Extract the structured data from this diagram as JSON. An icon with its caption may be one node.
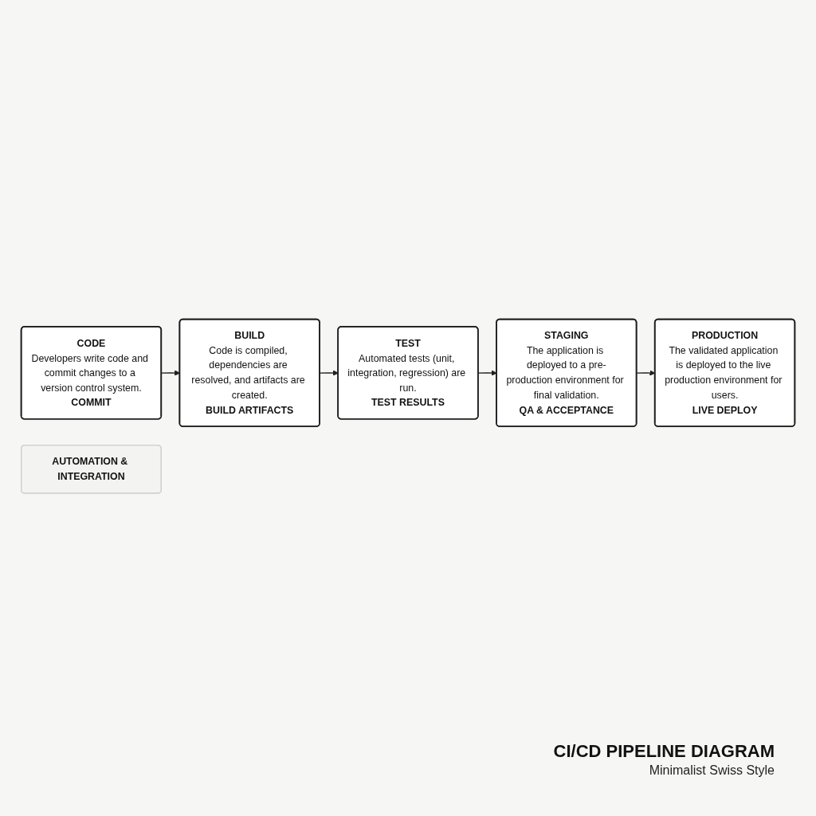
{
  "diagram": {
    "title": "CI/CD PIPELINE DIAGRAM",
    "caption": "Minimalist Swiss Style",
    "nodes": [
      {
        "text": [
          "CODE",
          "Developers write code and commit changes to a version control system.",
          "COMMIT"
        ]
      },
      {
        "text": [
          "BUILD",
          "Code is compiled, dependencies are resolved, and artifacts are created.",
          "BUILD ARTIFACTS"
        ]
      },
      {
        "text": [
          "TEST",
          "Automated tests (unit, integration, regression) are run.",
          "TEST RESULTS"
        ]
      },
      {
        "text": [
          "STAGING",
          "The application is deployed to a pre-production environment for final validation.",
          "QA & ACCEPTANCE"
        ]
      },
      {
        "text": [
          "PRODUCTION",
          "The validated application is deployed to the live production environment for users.",
          "LIVE DEPLOY"
        ]
      },
      {
        "text": [
          "AUTOMATION & INTEGRATION"
        ]
      }
    ],
    "edges": [
      {
        "from": 0,
        "to": 1,
        "arrow": "to"
      },
      {
        "from": 1,
        "to": 2,
        "arrow": "to"
      },
      {
        "from": 2,
        "to": 3,
        "arrow": "to"
      },
      {
        "from": 3,
        "to": 4,
        "arrow": "to"
      }
    ]
  }
}
